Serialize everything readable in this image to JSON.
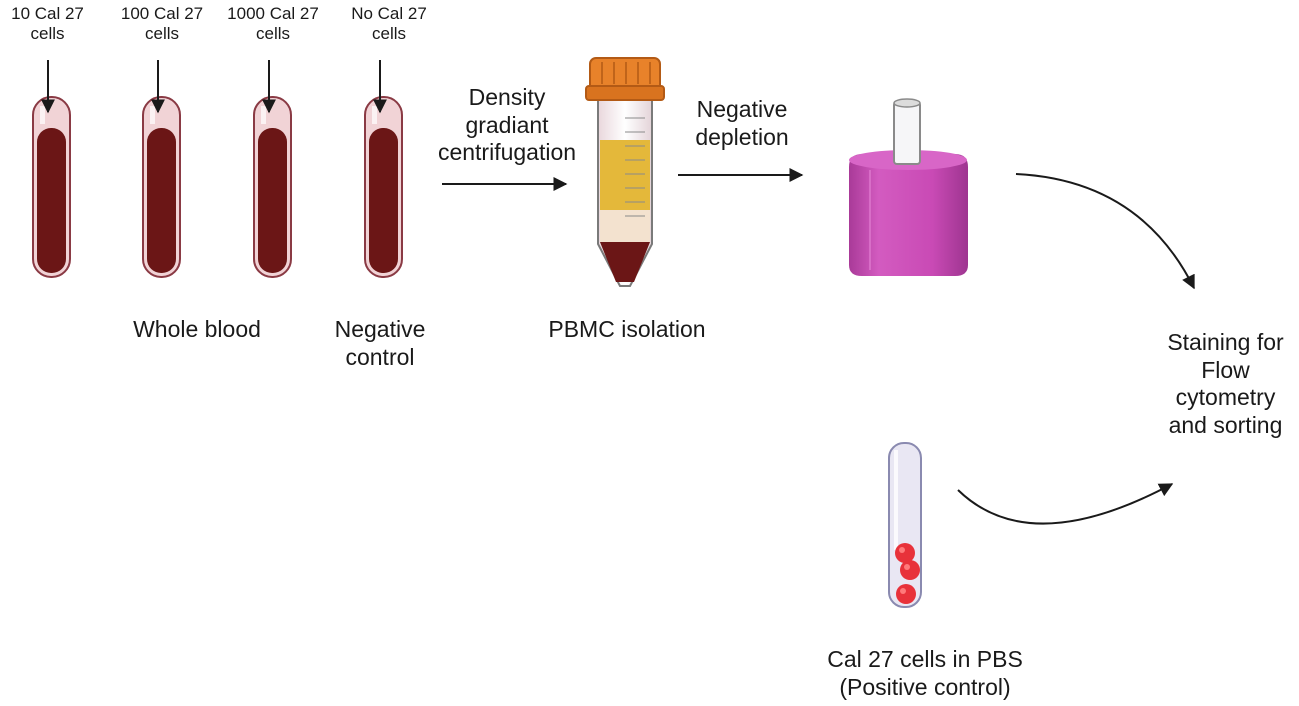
{
  "tubes": [
    {
      "label_line1": "10 Cal 27",
      "label_line2": "cells"
    },
    {
      "label_line1": "100 Cal 27",
      "label_line2": "cells"
    },
    {
      "label_line1": "1000 Cal 27",
      "label_line2": "cells"
    },
    {
      "label_line1": "No  Cal 27",
      "label_line2": "cells"
    }
  ],
  "labels": {
    "whole_blood": "Whole blood",
    "negative_control_line1": "Negative",
    "negative_control_line2": "control",
    "centrifugation_line1": "Density",
    "centrifugation_line2": "gradiant",
    "centrifugation_line3": "centrifugation",
    "pbmc_isolation": "PBMC isolation",
    "depletion_line1": "Negative",
    "depletion_line2": "depletion",
    "staining_line1": "Staining for",
    "staining_line2": "Flow",
    "staining_line3": "cytometry",
    "staining_line4": "and sorting",
    "positive_line1": "Cal 27 cells in PBS",
    "positive_line2": "(Positive control)"
  },
  "colors": {
    "blood": "#6b1616",
    "tube_glass": "#f2d6d6",
    "cap_orange": "#e8822a",
    "plasma_yellow": "#e4b83a",
    "magnet_magenta": "#c74ab3",
    "cancer_cell_red": "#e8323a",
    "arrow": "#1a1a1a"
  }
}
